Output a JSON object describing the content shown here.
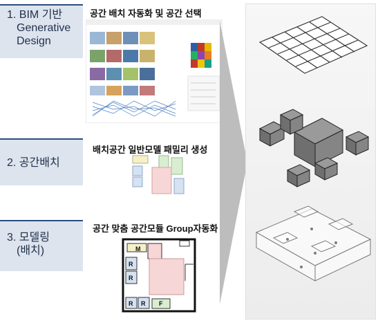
{
  "steps": [
    {
      "number": "1.",
      "text_lines": [
        "BIM 기반",
        "Generative",
        "Design"
      ]
    },
    {
      "number": "2.",
      "text_lines": [
        "공간배치"
      ]
    },
    {
      "number": "3.",
      "text_lines": [
        "모델링",
        "(배치)"
      ]
    }
  ],
  "titles": {
    "step1": "공간 배치 자동화 및 공간 선택",
    "step2": "배치공간 일반모델 패밀리 생성",
    "step3": "공간 맞춤 공간모듈 Group자동화"
  },
  "floorplan_labels": {
    "m": "M",
    "r1": "R",
    "r2": "R",
    "r3": "R",
    "r4": "R",
    "f": "F"
  },
  "colors": {
    "step_bg": "#dde4ee",
    "step_border": "#2b4d7e",
    "room_pink": "#f6d6d6",
    "room_blue": "#d4e2f2",
    "room_green": "#d9eed0",
    "room_yellow": "#f4f0c8"
  }
}
